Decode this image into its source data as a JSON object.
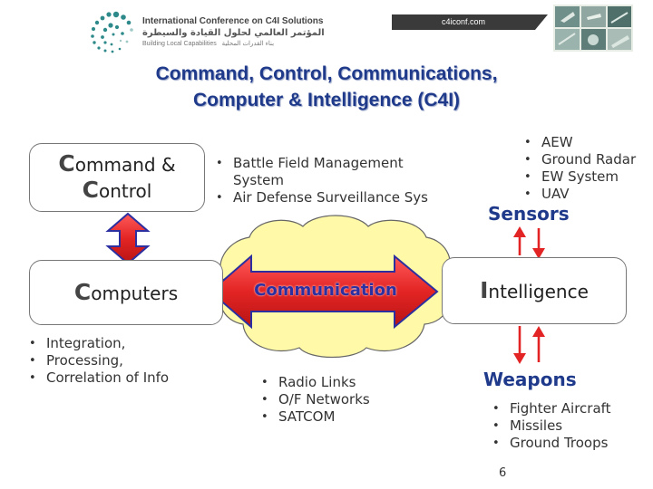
{
  "header": {
    "conference_name": "International Conference on C4I Solutions",
    "conference_name_ar": "المؤتمر العالمي لحلول القيادة والسيطرة",
    "tagline": "Building Local Capabilities",
    "tagline_ar": "بناء القدرات المحلية",
    "url": "c4iconf.com"
  },
  "title": {
    "line1": "Command, Control, Communications,",
    "line2": "Computer & Intelligence (C4I)"
  },
  "command_control": {
    "line1_cap": "C",
    "line1_rest": "ommand & ",
    "line2_cap": "C",
    "line2_rest": "ontrol"
  },
  "computers": {
    "cap": "C",
    "rest": "omputers",
    "items": [
      "Integration,",
      "Processing,",
      "Correlation of Info"
    ]
  },
  "battlefield": {
    "items": [
      "Battle Field Management System",
      "Air Defense Surveillance Sys"
    ]
  },
  "communication": {
    "label": "Communication",
    "items": [
      "Radio Links",
      "O/F Networks",
      "SATCOM"
    ]
  },
  "sensors": {
    "items": [
      "AEW",
      "Ground Radar",
      "EW System",
      "UAV"
    ],
    "label": "Sensors"
  },
  "intelligence": {
    "cap": "I",
    "rest": "ntelligence"
  },
  "weapons": {
    "label": "Weapons",
    "items": [
      "Fighter Aircraft",
      "Missiles",
      "Ground Troops"
    ]
  },
  "page_number": "6",
  "colors": {
    "title": "#1f3a8a",
    "cloud_fill": "#fff9a8",
    "arrow_red": "#e32424",
    "arrow_blue": "#2b2fa0"
  }
}
